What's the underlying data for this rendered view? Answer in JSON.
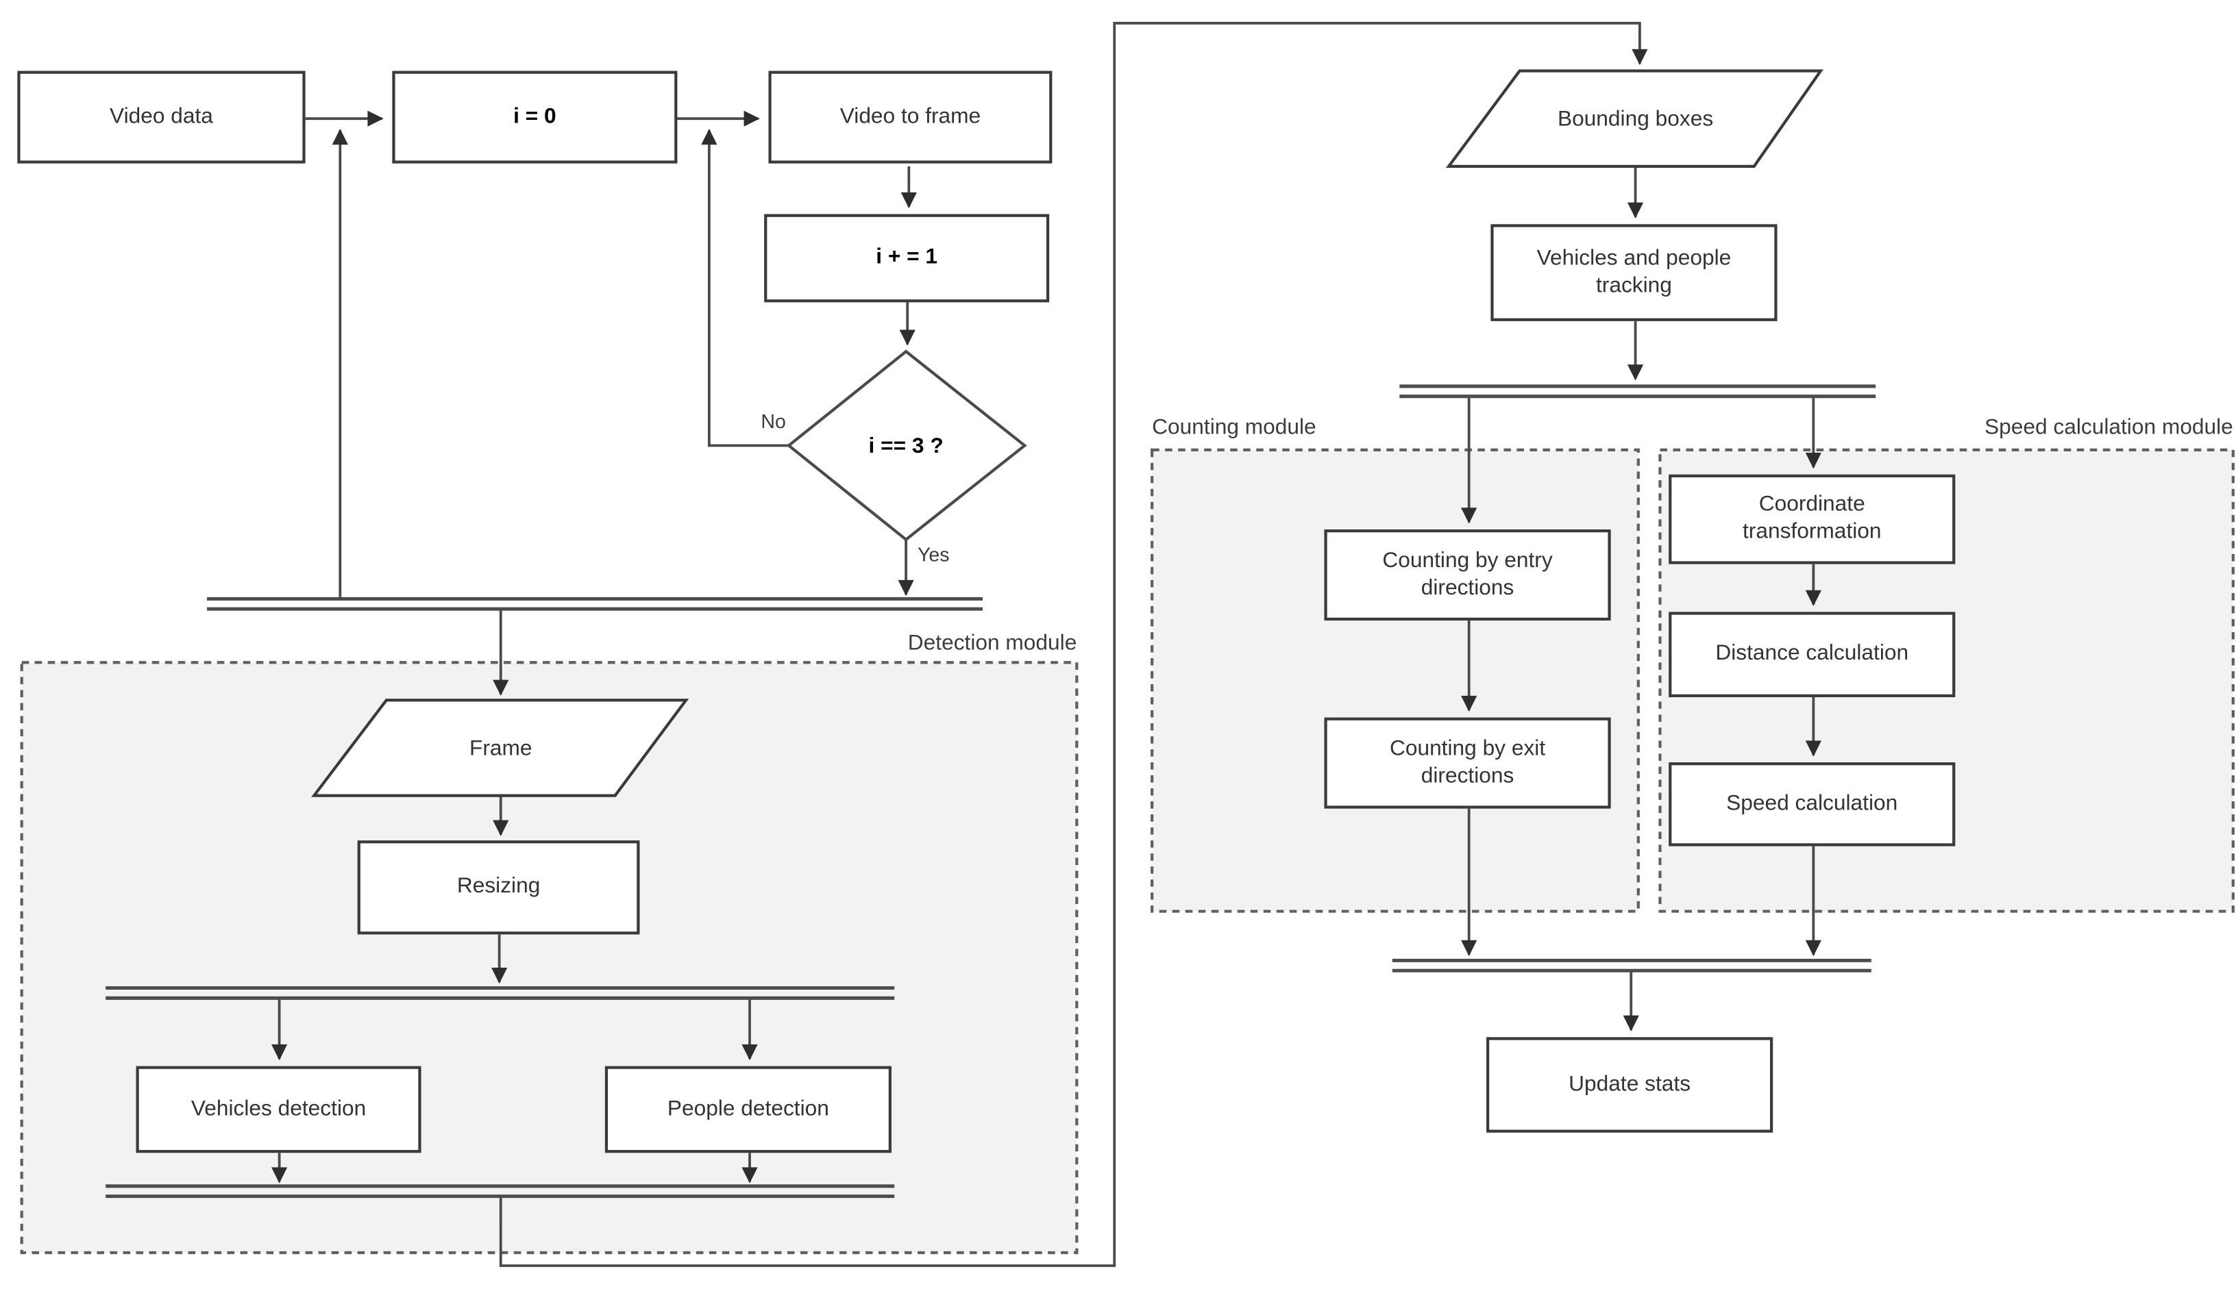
{
  "nodes": {
    "video_data": "Video data",
    "i_init": "i = 0",
    "video_to_frame": "Video to frame",
    "i_increment": "i + = 1",
    "loop_check": "i == 3 ?",
    "frame": "Frame",
    "resizing": "Resizing",
    "vehicles_detection": "Vehicles detection",
    "people_detection": "People detection",
    "bounding_boxes": "Bounding boxes",
    "vehicles_people_tracking": "Vehicles and people tracking",
    "counting_entry": "Counting by entry directions",
    "counting_exit": "Counting by exit directions",
    "coordinate_transformation": "Coordinate transformation",
    "distance_calculation": "Distance calculation",
    "speed_calculation": "Speed calculation",
    "update_stats": "Update stats"
  },
  "edge_labels": {
    "no": "No",
    "yes": "Yes"
  },
  "modules": {
    "detection": "Detection module",
    "counting": "Counting module",
    "speed": "Speed calculation module"
  },
  "colors": {
    "line": "#4a4a4a",
    "arrow": "#2e2e2e",
    "box_border": "#3a3a3a",
    "module_fill": "#f2f2f2",
    "module_border": "#606060",
    "node_fill": "#ffffff",
    "text": "#333333"
  }
}
